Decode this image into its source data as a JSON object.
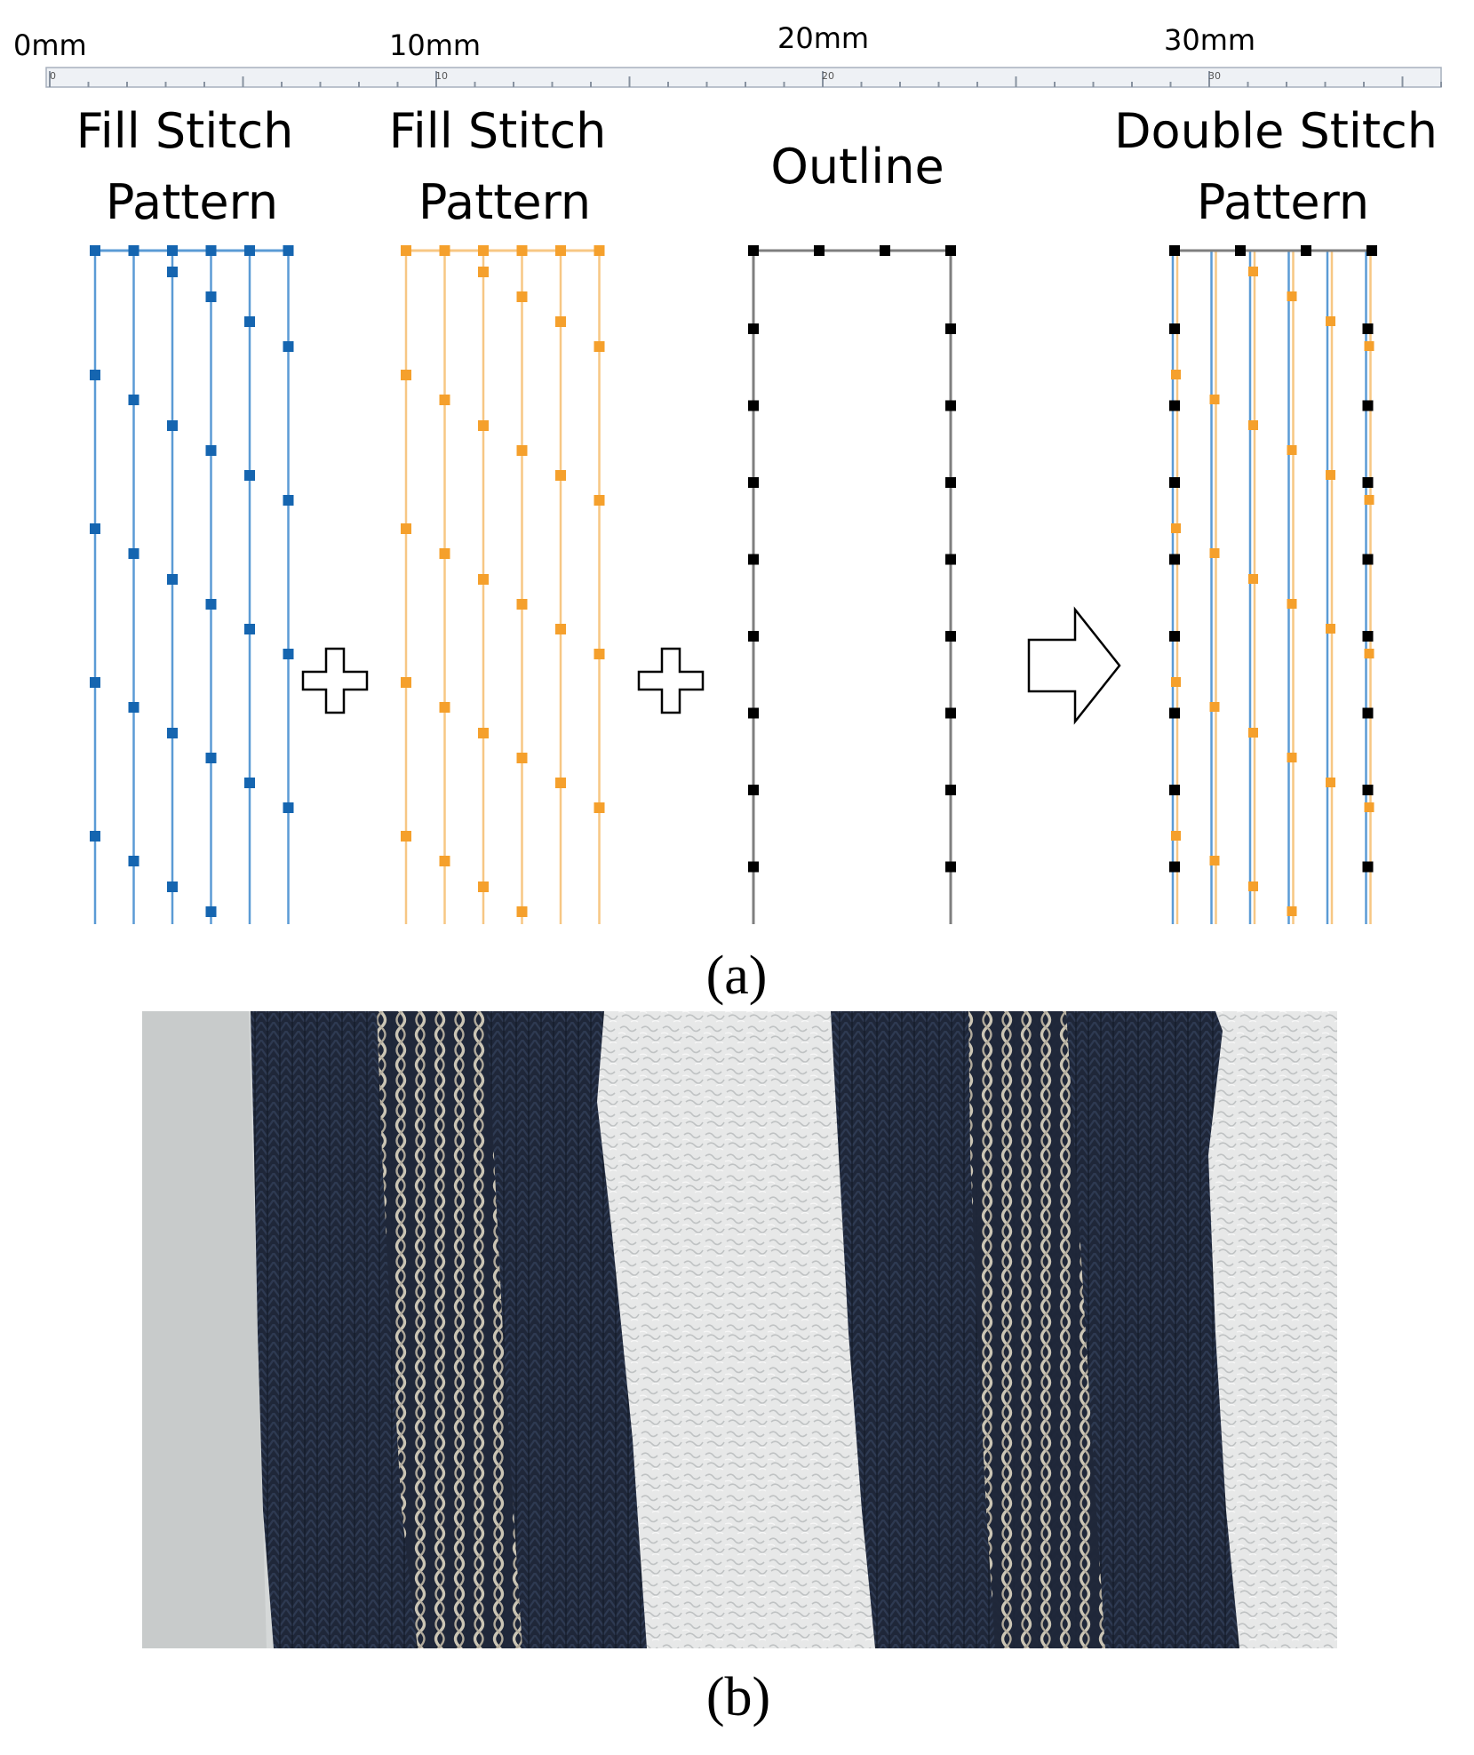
{
  "ruler": {
    "labels": [
      "0mm",
      "10mm",
      "20mm",
      "30mm"
    ],
    "small_labels": [
      "0",
      "10",
      "20",
      "30"
    ]
  },
  "panels": {
    "fill_1": {
      "title": [
        "Fill Stitch",
        "Pattern"
      ],
      "color": "#1565b0",
      "line_color": "#5b9bd5"
    },
    "fill_2": {
      "title": [
        "Fill Stitch",
        "Pattern"
      ],
      "color": "#f5a02c",
      "line_color": "#f7c784"
    },
    "outline": {
      "title": [
        "Outline"
      ],
      "color": "#000000",
      "line_color": "#7f7f7f"
    },
    "double": {
      "title": [
        "Double Stitch",
        "Pattern"
      ]
    }
  },
  "operators": [
    "plus-icon",
    "plus-icon",
    "arrow-right-icon"
  ],
  "labels": {
    "a": "(a)",
    "b": "(b)"
  },
  "photo": {
    "description_icon": "embroidered-fabric-photo",
    "fabric_color": "#1e2638",
    "thread_color": "#c9c2b2",
    "background_color": "#d7d9d9"
  }
}
